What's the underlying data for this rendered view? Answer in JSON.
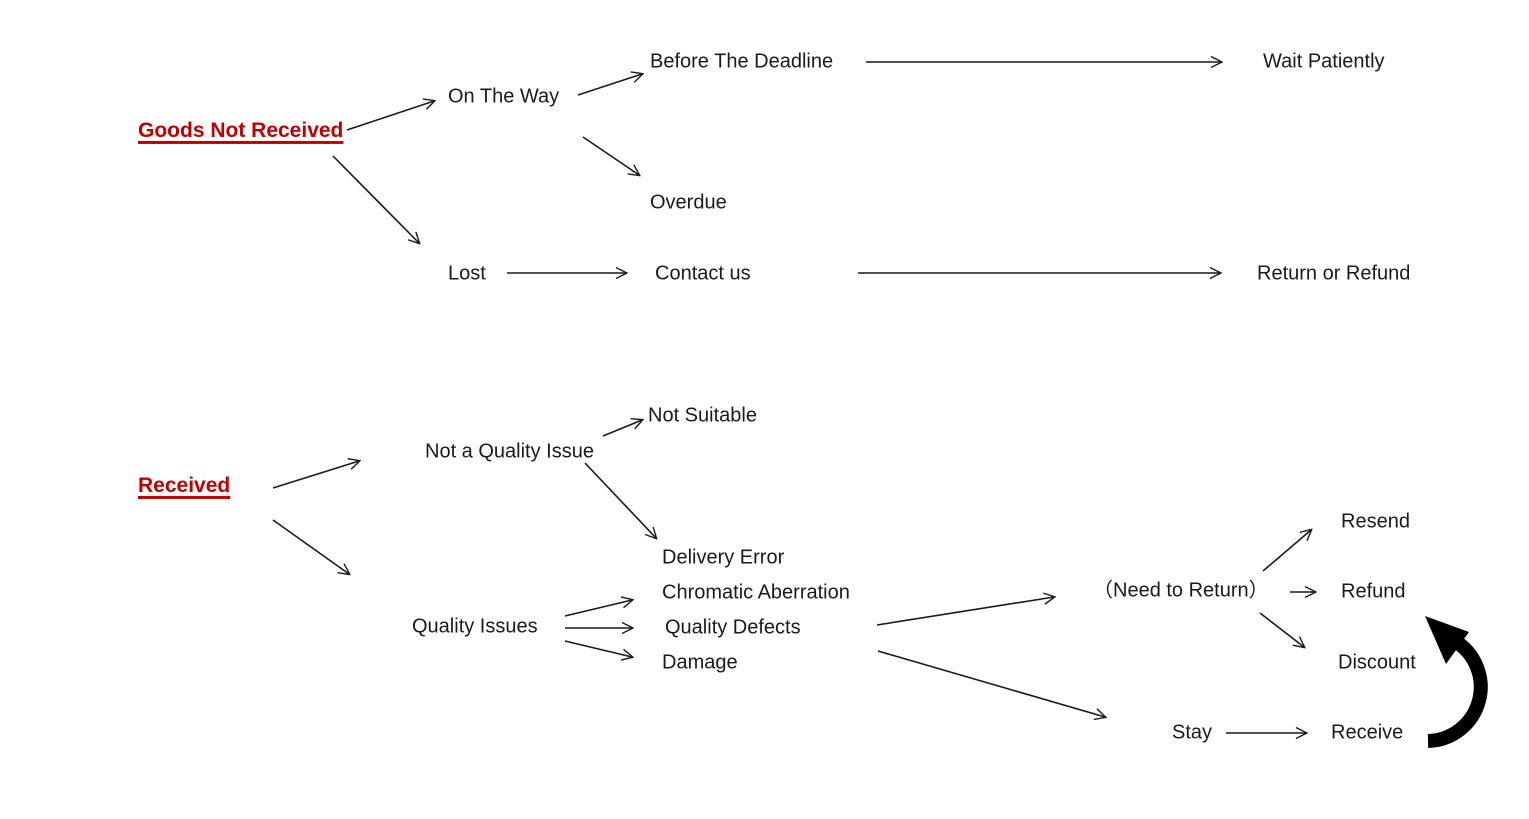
{
  "diagram": {
    "type": "flowchart",
    "colors": {
      "background": "#ffffff",
      "text": "#1a1a1a",
      "root_accent": "#C00000",
      "arrow": "#1a1a1a",
      "loop_arrow": "#000000"
    },
    "nodes": {
      "goods_not_received": "Goods Not Received",
      "on_the_way": "On The Way",
      "before_the_deadline": "Before The Deadline",
      "wait_patiently": "Wait Patiently",
      "overdue": "Overdue",
      "lost": "Lost",
      "contact_us": "Contact us",
      "return_or_refund": "Return or Refund",
      "received": "Received",
      "not_a_quality_issue": "Not a Quality Issue",
      "not_suitable": "Not Suitable",
      "delivery_error": "Delivery Error",
      "chromatic_aberration": "Chromatic Aberration",
      "quality_issues": "Quality Issues",
      "quality_defects": "Quality Defects",
      "damage": "Damage",
      "need_to_return": "（Need to Return）",
      "resend": "Resend",
      "refund": "Refund",
      "discount": "Discount",
      "stay": "Stay",
      "receive": "Receive"
    },
    "edges": [
      {
        "from": "Goods Not Received",
        "to": "On The Way"
      },
      {
        "from": "Goods Not Received",
        "to": "Lost"
      },
      {
        "from": "On The Way",
        "to": "Before The Deadline"
      },
      {
        "from": "On The Way",
        "to": "Overdue"
      },
      {
        "from": "Before The Deadline",
        "to": "Wait Patiently"
      },
      {
        "from": "Lost",
        "to": "Contact us"
      },
      {
        "from": "Contact us",
        "to": "Return or Refund"
      },
      {
        "from": "Received",
        "to": "Not a Quality Issue"
      },
      {
        "from": "Received",
        "to": "Quality Issues"
      },
      {
        "from": "Not a Quality Issue",
        "to": "Not Suitable"
      },
      {
        "from": "Not a Quality Issue",
        "to": "Delivery Error"
      },
      {
        "from": "Quality Issues",
        "to": "Chromatic Aberration"
      },
      {
        "from": "Quality Issues",
        "to": "Quality Defects"
      },
      {
        "from": "Quality Issues",
        "to": "Damage"
      },
      {
        "from": "Quality Defects",
        "to": "（Need to Return）"
      },
      {
        "from": "Quality Defects",
        "to": "Stay"
      },
      {
        "from": "（Need to Return）",
        "to": "Resend"
      },
      {
        "from": "（Need to Return）",
        "to": "Refund"
      },
      {
        "from": "（Need to Return）",
        "to": "Discount"
      },
      {
        "from": "Stay",
        "to": "Receive"
      },
      {
        "from": "Receive",
        "to": "Discount",
        "style": "thick-curved-loop"
      }
    ]
  }
}
